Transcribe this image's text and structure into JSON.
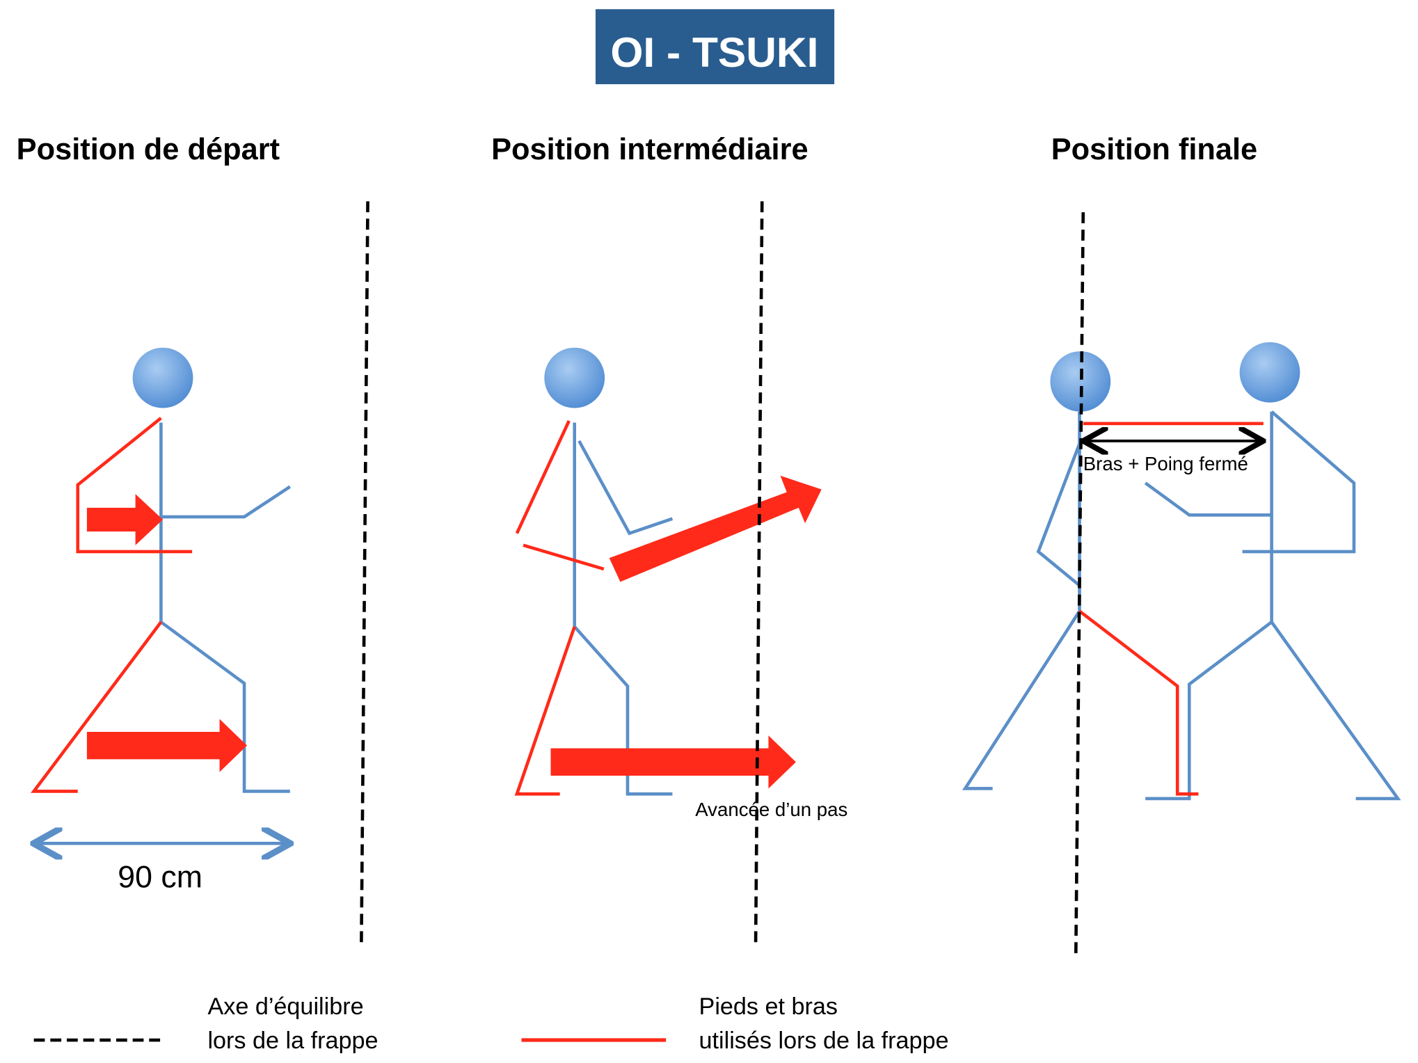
{
  "title": "OI - TSUKI",
  "headings": [
    "Position de départ",
    "Position intermédiaire",
    "Position finale"
  ],
  "annotations": {
    "stance_width": "90 cm",
    "step": "Avancée d’un pas",
    "reach": "Bras + Poing fermé"
  },
  "legend": {
    "axis_line1": "Axe d’équilibre",
    "axis_line2": "lors de la frappe",
    "red_line1": "Pieds et bras",
    "red_line2": "utilisés lors de la frappe"
  },
  "colors": {
    "title_bg": "#2a5d8f",
    "body": "#5b8fc8",
    "strike": "#ff2a1a",
    "axis": "#000000"
  }
}
